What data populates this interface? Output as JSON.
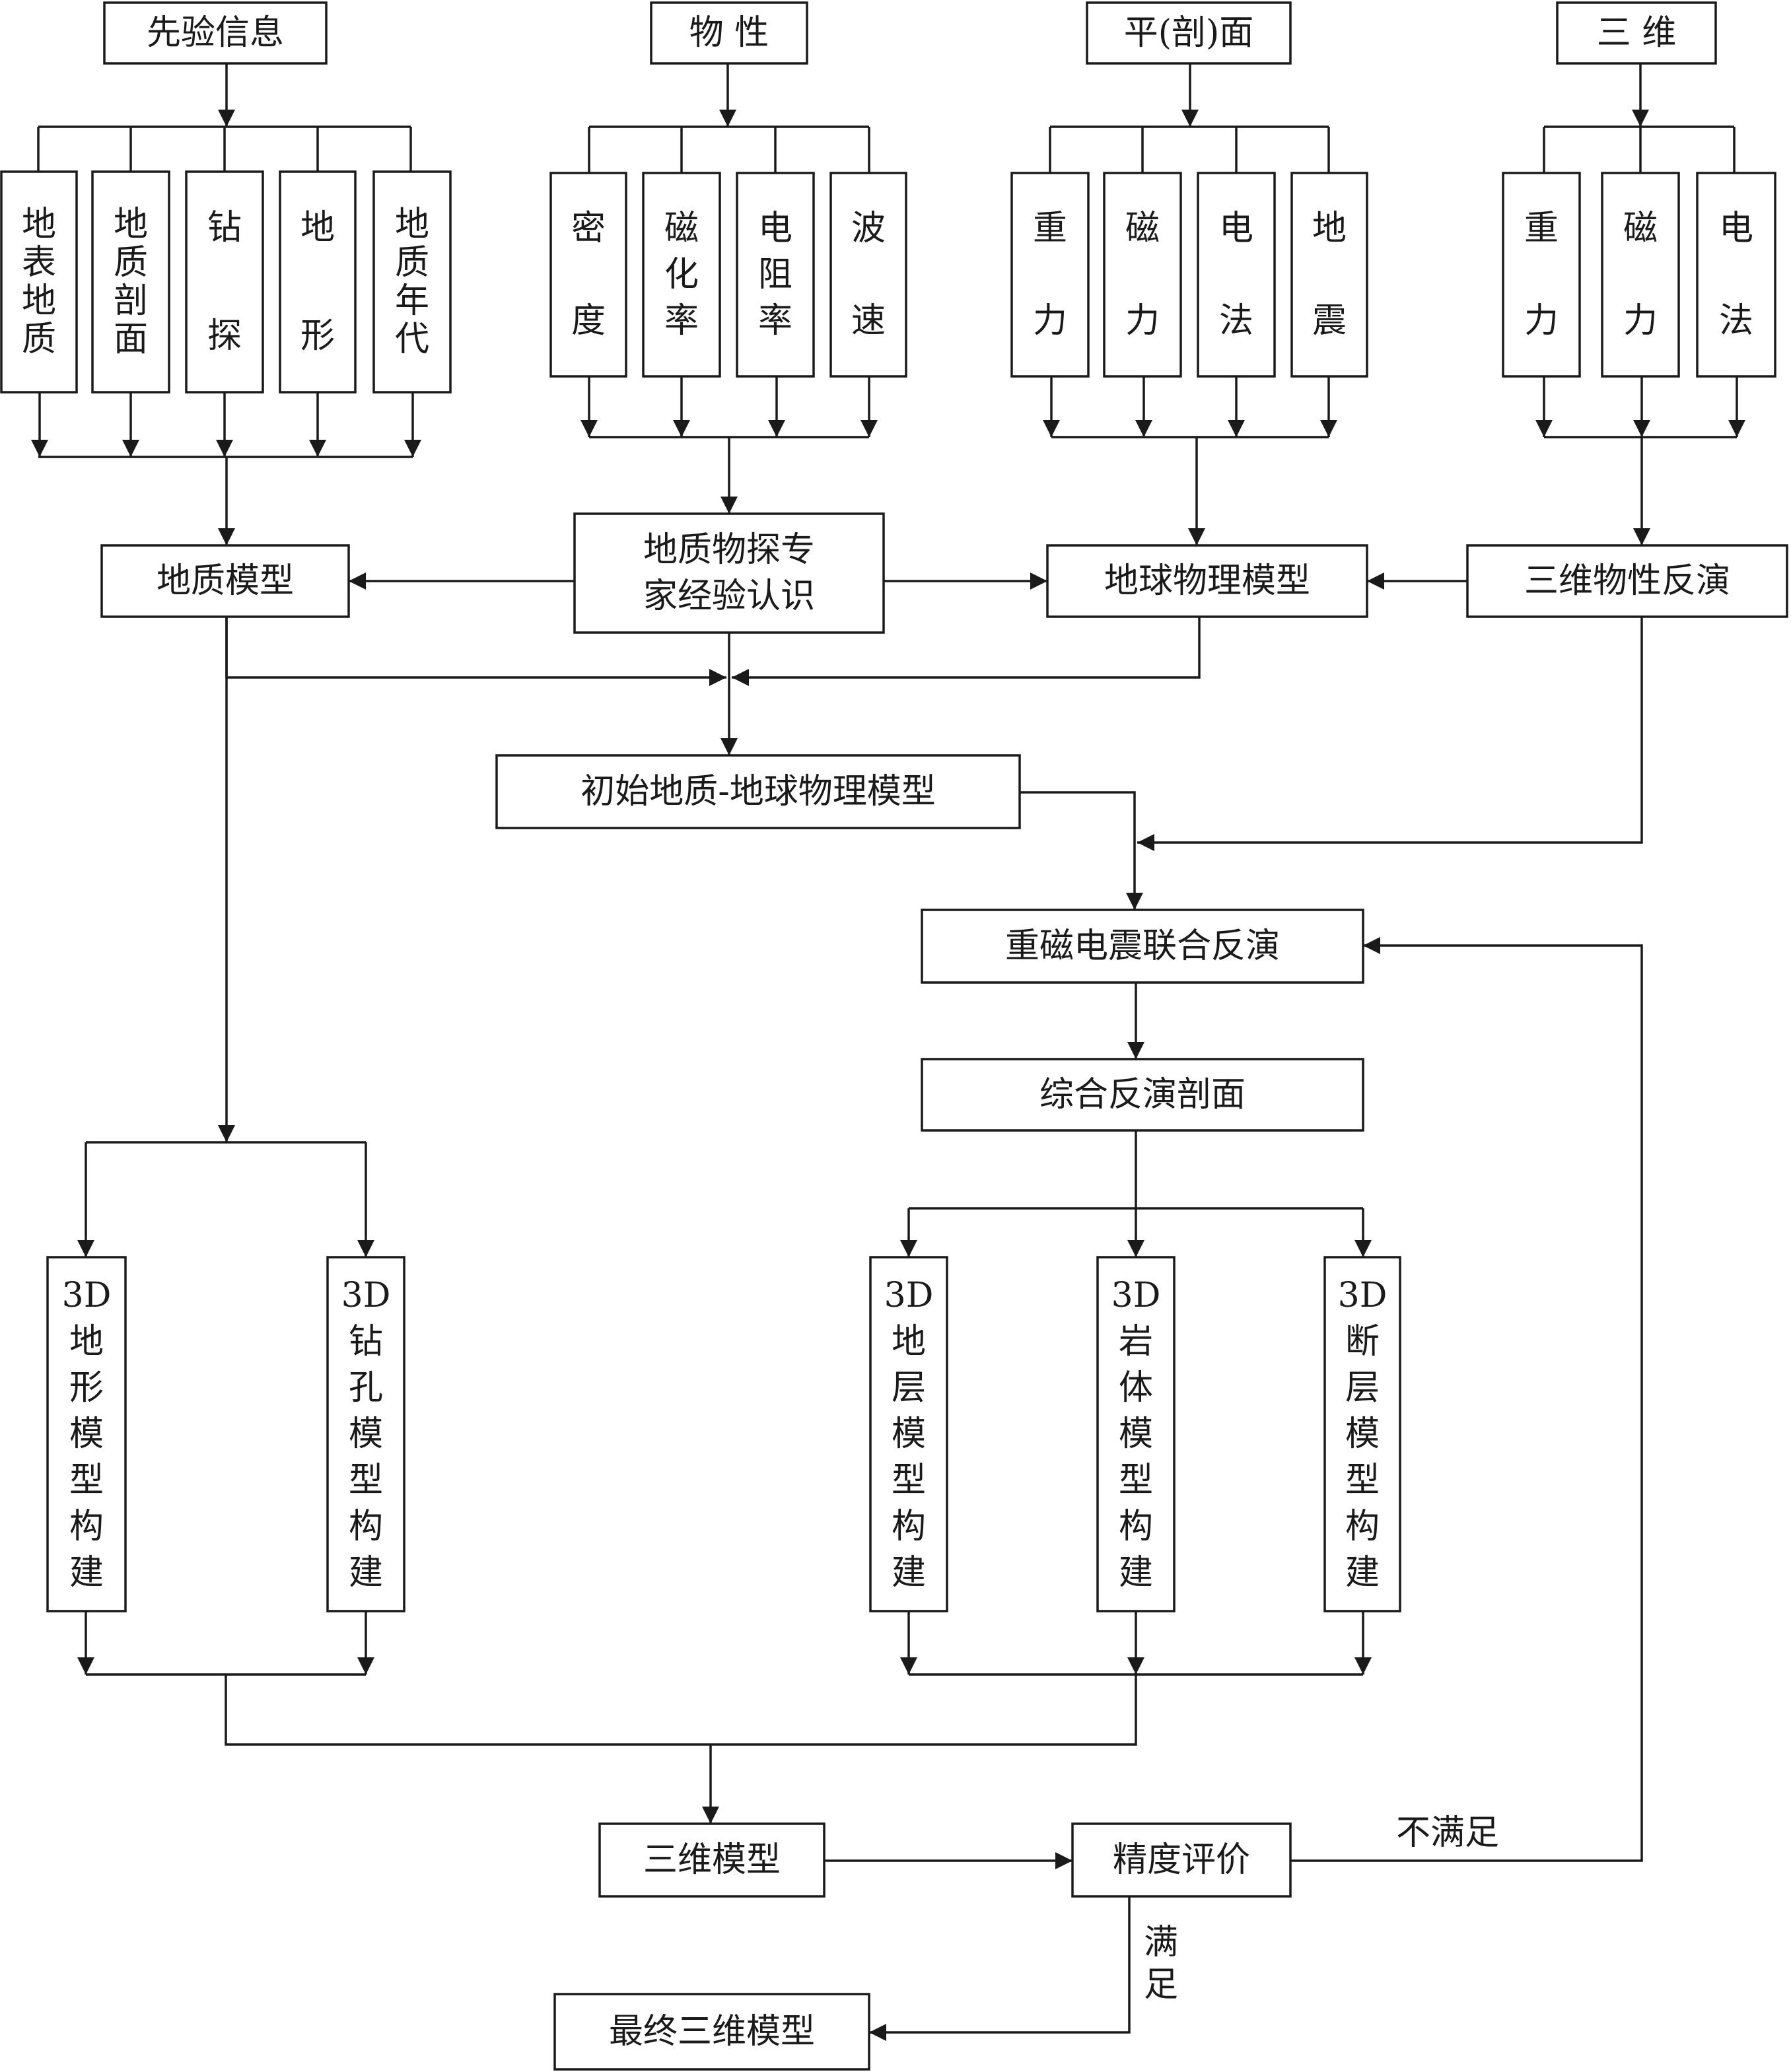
{
  "colors": {
    "stroke": "#1a1a1a",
    "background": "#ffffff"
  },
  "nodes": {
    "prior_info": "先验信息",
    "physical_props": "物 性",
    "plane_section": "平(剖)面",
    "three_d": "三 维",
    "surface_geology": "地表地质",
    "geologic_section": "地质剖面",
    "drilling": "钻探",
    "terrain": "地形",
    "geologic_age": "地质年代",
    "density": "密度",
    "magnetic_susceptibility": "磁化率",
    "resistivity": "电阻率",
    "wave_velocity": "波速",
    "gravity_2d": "重力",
    "magnetic_2d": "磁力",
    "electric_2d": "电法",
    "seismic_2d": "地震",
    "gravity_3d": "重力",
    "magnetic_3d": "磁力",
    "electric_3d": "电法",
    "geologic_model": "地质模型",
    "expert_knowledge": "地质物探专家经验认识",
    "geophysical_model": "地球物理模型",
    "inversion_3d": "三维物性反演",
    "initial_model": "初始地质-地球物理模型",
    "joint_inversion": "重磁电震联合反演",
    "inversion_section": "综合反演剖面",
    "terrain_model_3d": "3D地形模型构建",
    "borehole_model_3d": "3D钻孔模型构建",
    "strata_model_3d": "3D地层模型构建",
    "rock_body_model_3d": "3D岩体模型构建",
    "fault_model_3d": "3D断层模型构建",
    "model_3d": "三维模型",
    "accuracy_eval": "精度评价",
    "final_model": "最终三维模型"
  },
  "edge_labels": {
    "not_satisfied": "不满足",
    "satisfied": "满足"
  }
}
